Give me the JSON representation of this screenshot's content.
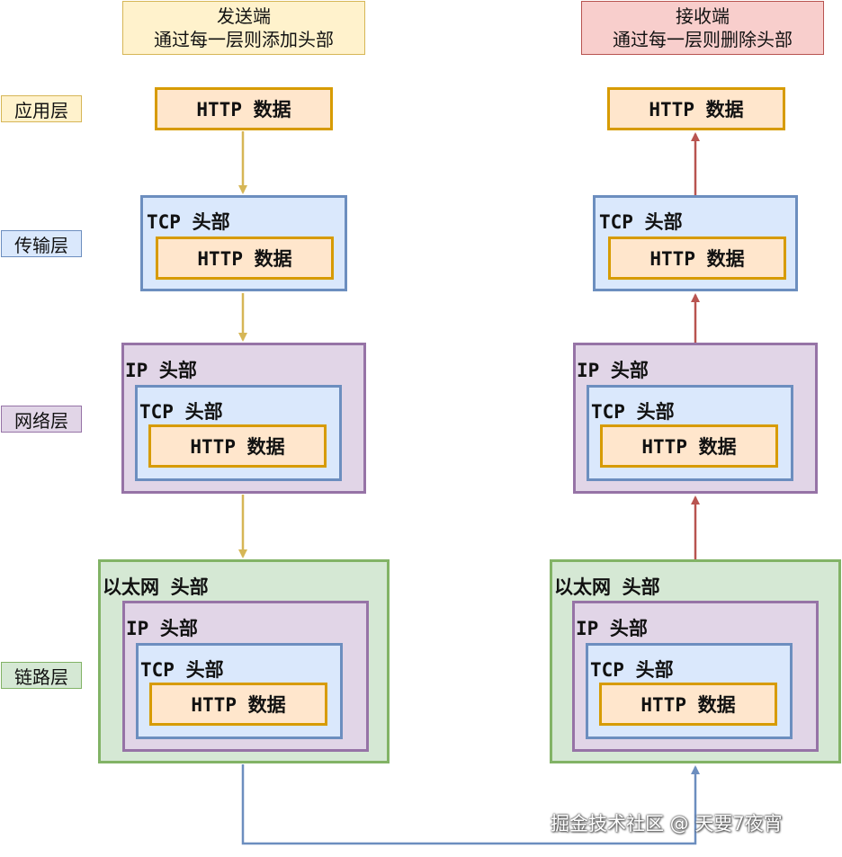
{
  "notes": {
    "sender": {
      "title": "发送端",
      "subtitle": "通过每一层则添加头部"
    },
    "receiver": {
      "title": "接收端",
      "subtitle": "通过每一层则删除头部"
    }
  },
  "layers": {
    "application": "应用层",
    "transport": "传输层",
    "network": "网络层",
    "link": "链路层"
  },
  "labels": {
    "http_data": "HTTP 数据",
    "tcp_header": "TCP 头部",
    "ip_header": "IP 头部",
    "eth_header": "以太网 头部"
  },
  "colors": {
    "sender_arrow": "#d6b656",
    "receiver_arrow": "#b85450",
    "link_arrow": "#6c8ebf"
  },
  "watermark": "掘金技术社区 @ 天要7夜宵"
}
